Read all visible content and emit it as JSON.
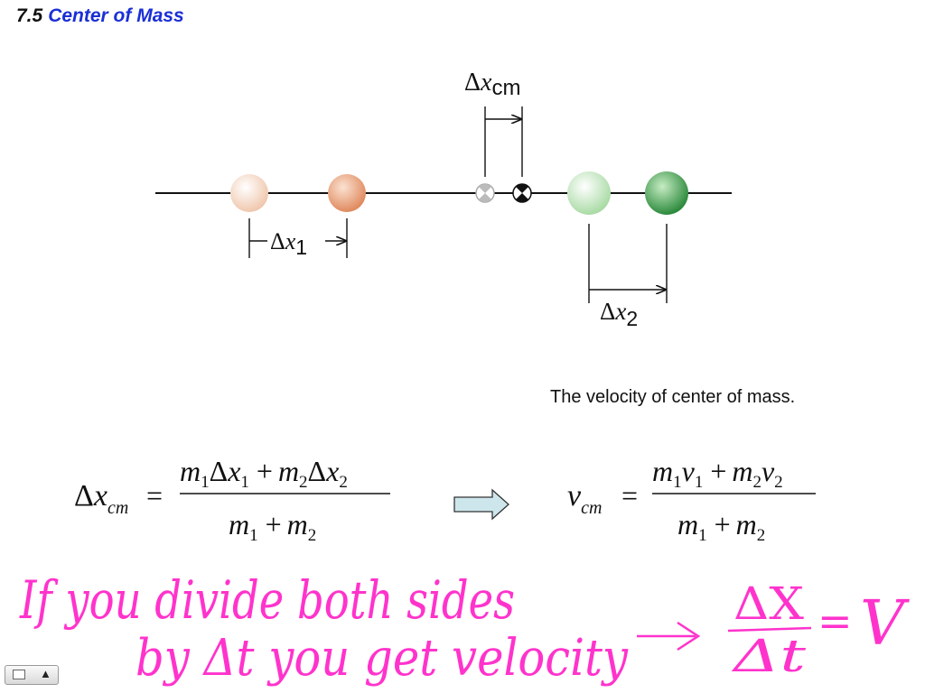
{
  "slide": {
    "section_number": "7.5",
    "section_title": "Center of Mass"
  },
  "diagram": {
    "label_xcm_delta": "Δ",
    "label_xcm_x": "x",
    "label_xcm_sub": "cm",
    "label_x1_delta": "Δ",
    "label_x1_x": "x",
    "label_x1_sub": "1",
    "label_x2_delta": "Δ",
    "label_x2_x": "x",
    "label_x2_sub": "2",
    "colors": {
      "mass1_light": "#f3d8c6",
      "mass1_dark": "#e8a07c",
      "mass2_light": "#d9f0d7",
      "mass2_dark": "#2e8b3e",
      "cm_marker": "#111111"
    }
  },
  "caption": "The velocity of center of mass.",
  "equation_left": {
    "lhs_delta": "Δ",
    "lhs_x": "x",
    "lhs_sub": "cm",
    "equals": "=",
    "num_m1": "m",
    "num_m1_sub": "1",
    "num_d1": "Δ",
    "num_x1": "x",
    "num_x1_sub": "1",
    "num_plus": "+",
    "num_m2": "m",
    "num_m2_sub": "2",
    "num_d2": "Δ",
    "num_x2": "x",
    "num_x2_sub": "2",
    "den_m1": "m",
    "den_m1_sub": "1",
    "den_plus": "+",
    "den_m2": "m",
    "den_m2_sub": "2"
  },
  "equation_right": {
    "lhs_v": "v",
    "lhs_sub": "cm",
    "equals": "=",
    "num_m1": "m",
    "num_m1_sub": "1",
    "num_v1": "v",
    "num_v1_sub": "1",
    "num_plus": "+",
    "num_m2": "m",
    "num_m2_sub": "2",
    "num_v2": "v",
    "num_v2_sub": "2",
    "den_m1": "m",
    "den_m1_sub": "1",
    "den_plus": "+",
    "den_m2": "m",
    "den_m2_sub": "2"
  },
  "handwriting": {
    "line1": "If you divide both sides",
    "line2": "by Δt you get velocity",
    "frac_num": "ΔX",
    "frac_den": "Δt",
    "equals": "=",
    "result": "V",
    "ink_color": "#ff33cc"
  },
  "nav": {
    "up_arrow": "▲"
  }
}
